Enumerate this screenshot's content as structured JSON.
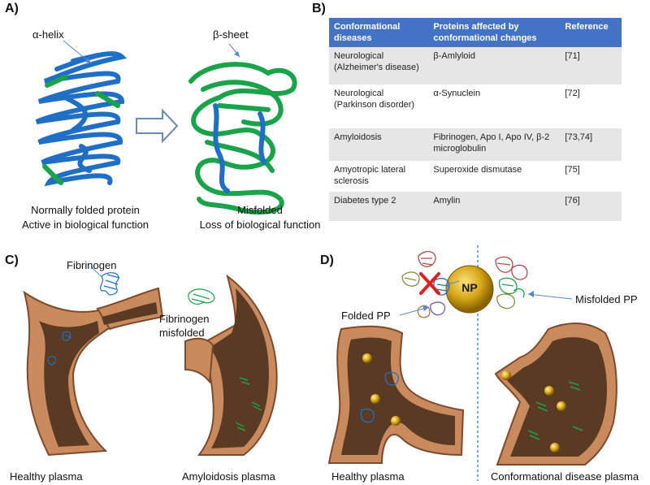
{
  "panels": {
    "a": {
      "label": "A)",
      "alpha_label": "α-helix",
      "beta_label": "β-sheet",
      "cap_left_1": "Normally folded protein",
      "cap_left_2": "Active in biological function",
      "cap_right_1": "Misfolded",
      "cap_right_2": "Loss of biological  function"
    },
    "b": {
      "label": "B)"
    },
    "c": {
      "label": "C)",
      "fibrinogen": "Fibrinogen",
      "misfolded_1": "Fibrinogen",
      "misfolded_2": "misfolded",
      "cap_left": "Healthy plasma",
      "cap_right": "Amyloidosis plasma"
    },
    "d": {
      "label": "D)",
      "np": "NP",
      "folded": "Folded PP",
      "misfolded": "Misfolded PP",
      "cap_left": "Healthy plasma",
      "cap_right": "Conformational disease plasma"
    }
  },
  "table": {
    "headers": {
      "col1": "Conformational diseases",
      "col2": "Proteins affected by conformational changes",
      "col3": "Reference"
    },
    "rows": [
      {
        "disease": "Neurological (Alzheimer's disease)",
        "protein": "β-Amlyloid",
        "ref": "[71]"
      },
      {
        "disease": "Neurological (Parkinson disorder)",
        "protein": "α-Synuclein",
        "ref": "[72]"
      },
      {
        "disease": "Amyloidosis",
        "protein": "Fibrinogen, Apo I, Apo IV, β-2 microglobulin",
        "ref": "[73,74]"
      },
      {
        "disease": "Amyotropic lateral sclerosis",
        "protein": "Superoxide dismutase",
        "ref": "[75]"
      },
      {
        "disease": "Diabetes type 2",
        "protein": "Amylin",
        "ref": "[76]"
      }
    ]
  },
  "colors": {
    "helix_blue": "#1f6fc6",
    "sheet_green": "#1aa34a",
    "vessel": "#c98a5e",
    "lumen": "#5a3a22",
    "np_gold": "#c99a10",
    "header_blue": "#4472c4"
  }
}
